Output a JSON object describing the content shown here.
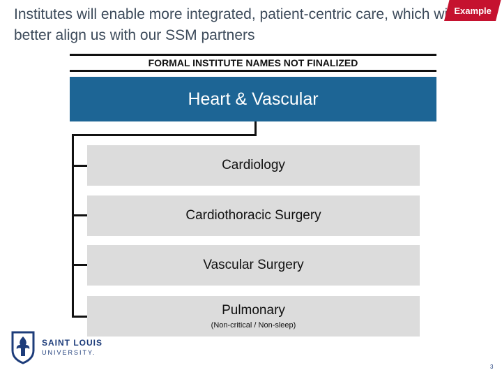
{
  "slide": {
    "title": "Institutes will enable more integrated, patient-centric care, which will better align us with our SSM partners",
    "badge": "Example",
    "banner": "FORMAL INSTITUTE NAMES NOT FINALIZED",
    "page_number": "3"
  },
  "org_chart": {
    "root": "Heart & Vascular",
    "children": [
      {
        "label": "Cardiology",
        "sublabel": ""
      },
      {
        "label": "Cardiothoracic Surgery",
        "sublabel": ""
      },
      {
        "label": "Vascular Surgery",
        "sublabel": ""
      },
      {
        "label": "Pulmonary",
        "sublabel": "(Non-critical / Non-sleep)"
      }
    ]
  },
  "logo": {
    "line1": "SAINT LOUIS",
    "line2": "UNIVERSITY."
  },
  "colors": {
    "root_box": "#1d6595",
    "child_box": "#dcdcdc",
    "badge": "#c5122f",
    "logo": "#1d3c7a"
  }
}
